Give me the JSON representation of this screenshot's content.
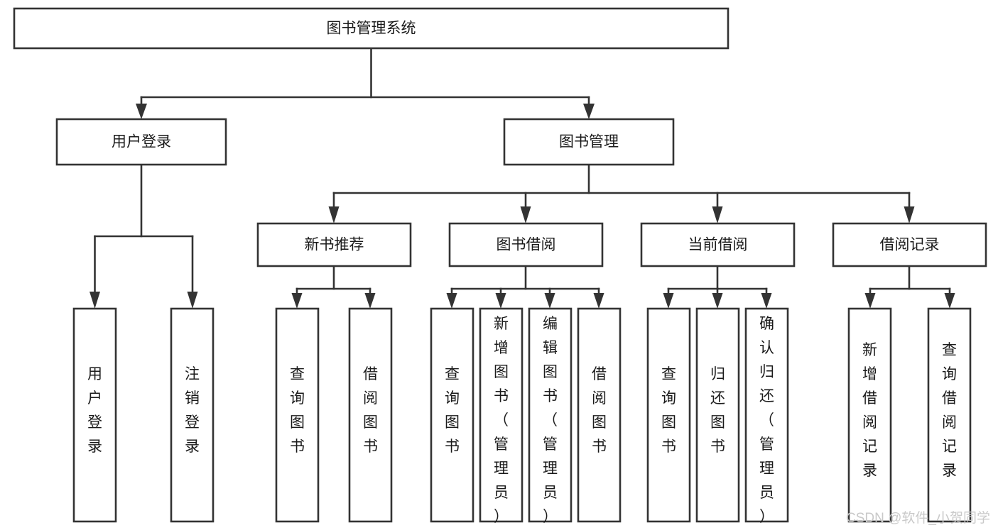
{
  "diagram": {
    "title": "图书管理系统",
    "type": "tree-hierarchy-chart",
    "root": {
      "id": "root",
      "label": "图书管理系统",
      "orientation": "horizontal"
    },
    "level2": [
      {
        "id": "user-login",
        "label": "用户登录",
        "orientation": "horizontal"
      },
      {
        "id": "book-management",
        "label": "图书管理",
        "orientation": "horizontal"
      }
    ],
    "level3": [
      {
        "id": "new-book-recommend",
        "label": "新书推荐",
        "orientation": "horizontal",
        "parent": "book-management"
      },
      {
        "id": "book-borrow",
        "label": "图书借阅",
        "orientation": "horizontal",
        "parent": "book-management"
      },
      {
        "id": "current-borrow",
        "label": "当前借阅",
        "orientation": "horizontal",
        "parent": "book-management"
      },
      {
        "id": "borrow-record",
        "label": "借阅记录",
        "orientation": "horizontal",
        "parent": "book-management"
      }
    ],
    "leaves": [
      {
        "id": "leaf-user-login",
        "label": "用户登录",
        "orientation": "vertical",
        "parent": "user-login",
        "align": "middle"
      },
      {
        "id": "leaf-logout",
        "label": "注销登录",
        "orientation": "vertical",
        "parent": "user-login",
        "align": "middle"
      },
      {
        "id": "leaf-query-book-1",
        "label": "查询图书",
        "orientation": "vertical",
        "parent": "new-book-recommend",
        "align": "middle"
      },
      {
        "id": "leaf-borrow-book-1",
        "label": "借阅图书",
        "orientation": "vertical",
        "parent": "new-book-recommend",
        "align": "middle"
      },
      {
        "id": "leaf-query-book-2",
        "label": "查询图书",
        "orientation": "vertical",
        "parent": "book-borrow",
        "align": "middle"
      },
      {
        "id": "leaf-add-book",
        "label": "新增图书（管理员）",
        "orientation": "vertical",
        "parent": "book-borrow",
        "align": "top"
      },
      {
        "id": "leaf-edit-book",
        "label": "编辑图书（管理员）",
        "orientation": "vertical",
        "parent": "book-borrow",
        "align": "top"
      },
      {
        "id": "leaf-borrow-book-2",
        "label": "借阅图书",
        "orientation": "vertical",
        "parent": "book-borrow",
        "align": "middle"
      },
      {
        "id": "leaf-query-book-3",
        "label": "查询图书",
        "orientation": "vertical",
        "parent": "current-borrow",
        "align": "middle"
      },
      {
        "id": "leaf-return-book",
        "label": "归还图书",
        "orientation": "vertical",
        "parent": "current-borrow",
        "align": "middle"
      },
      {
        "id": "leaf-confirm-return",
        "label": "确认归还（管理员）",
        "orientation": "vertical",
        "parent": "current-borrow",
        "align": "top"
      },
      {
        "id": "leaf-add-record",
        "label": "新增借阅记录",
        "orientation": "vertical",
        "parent": "borrow-record",
        "align": "middle"
      },
      {
        "id": "leaf-query-record",
        "label": "查询借阅记录",
        "orientation": "vertical",
        "parent": "borrow-record",
        "align": "middle"
      }
    ]
  },
  "watermark": {
    "text": "CSDN @软件_小贺同学"
  },
  "colors": {
    "background": "#ffffff",
    "box_fill": "#ffffff",
    "box_stroke": "#333333",
    "text": "#1a1a1a",
    "watermark": "#c9c9c9"
  }
}
